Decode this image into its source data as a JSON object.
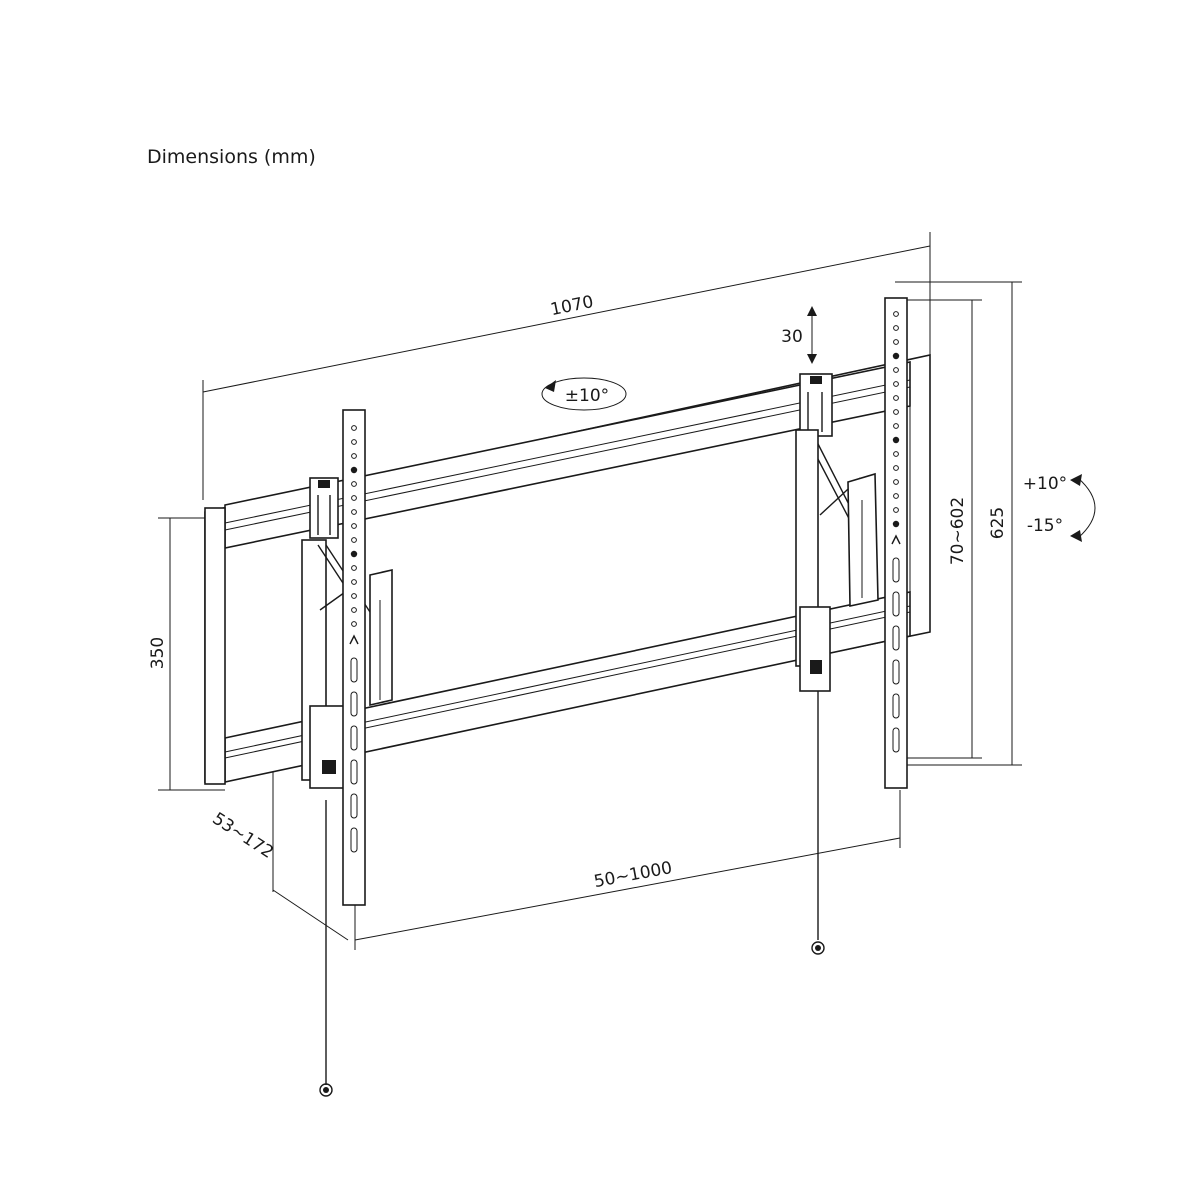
{
  "caption": "Dimensions (mm)",
  "dimensions": {
    "overall_width": "1070",
    "height_adjust": "30",
    "swivel": "±10°",
    "tilt_up": "+10°",
    "tilt_down": "-15°",
    "vertical_range": "70~602",
    "overall_height": "625",
    "frame_height": "350",
    "wall_depth": "53~172",
    "arm_spacing": "50~1000"
  },
  "colors": {
    "line": "#1a1a1a",
    "background": "#ffffff"
  }
}
